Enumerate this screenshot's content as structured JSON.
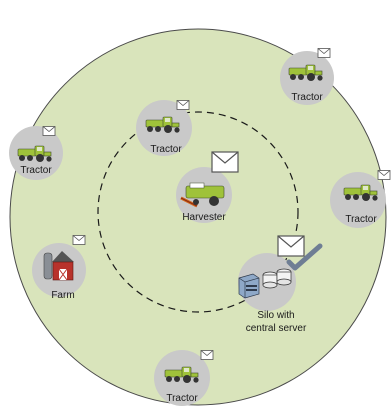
{
  "colors": {
    "field_fill": "#d9e4bb",
    "field_stroke": "#4a4a4a",
    "node_fill": "#c9c9c9",
    "machine_green": "#9fc23a",
    "machine_dark": "#3f4a2b",
    "barn_red": "#b8322b",
    "envelope_fill": "#ffffff",
    "envelope_stroke": "#555555"
  },
  "nodes": [
    {
      "id": "tractor-top-right",
      "kind": "tractor",
      "label": "Tractor"
    },
    {
      "id": "tractor-left",
      "kind": "tractor",
      "label": "Tractor"
    },
    {
      "id": "tractor-inner",
      "kind": "tractor",
      "label": "Tractor"
    },
    {
      "id": "harvester",
      "kind": "harvester",
      "label": "Harvester"
    },
    {
      "id": "tractor-right",
      "kind": "tractor",
      "label": "Tractor"
    },
    {
      "id": "farm",
      "kind": "farm",
      "label": "Farm"
    },
    {
      "id": "silo",
      "kind": "server",
      "label_line1": "Silo with",
      "label_line2": "central server"
    },
    {
      "id": "tractor-bottom",
      "kind": "tractor",
      "label": "Tractor"
    }
  ]
}
